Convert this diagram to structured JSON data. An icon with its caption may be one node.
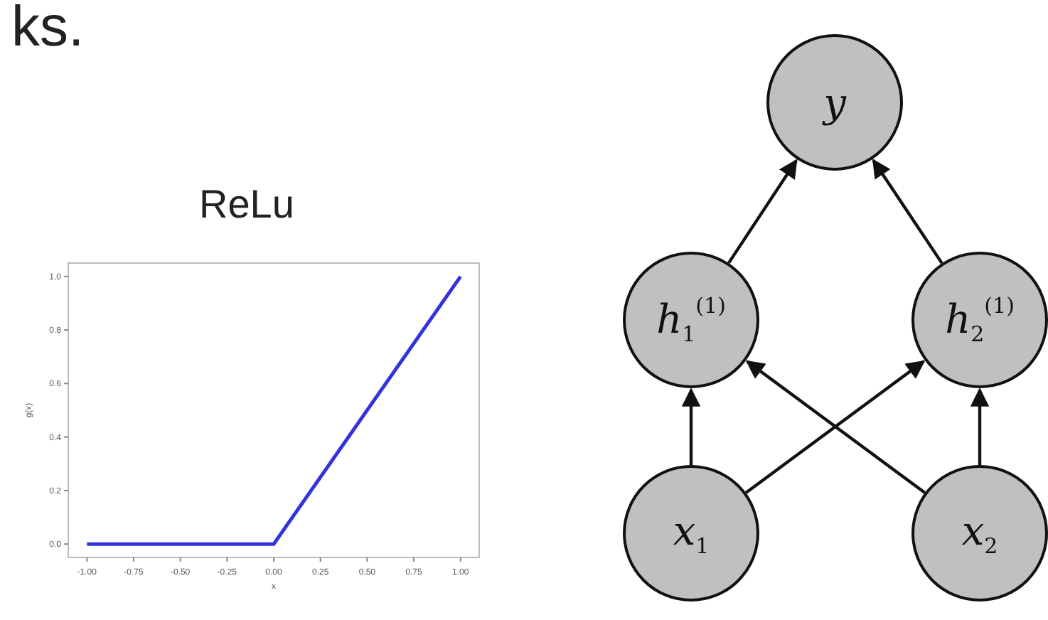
{
  "diagram": {
    "nodes": [
      {
        "text": [
          "y"
        ]
      },
      {
        "text": [
          "*h*$_{1}$$^{(1)}$"
        ]
      },
      {
        "text": [
          "*h*$_{2}$$^{(1)}$"
        ]
      },
      {
        "text": [
          "*x*$_{1}$"
        ]
      },
      {
        "text": [
          "*x*$_{2}$"
        ]
      }
    ],
    "edges": [
      {
        "from": 1,
        "to": 0,
        "arrow": "to"
      },
      {
        "from": 2,
        "to": 0,
        "arrow": "to"
      },
      {
        "from": 3,
        "to": 1,
        "arrow": "to"
      },
      {
        "from": 4,
        "to": 2,
        "arrow": "to"
      },
      {
        "from": 3,
        "to": 2,
        "arrow": "to"
      },
      {
        "from": 4,
        "to": 1,
        "arrow": "to"
      }
    ],
    "labels": [
      "ks."
    ],
    "chart_data": {
      "type": "line",
      "title": "ReLu",
      "xlabel": "x",
      "ylabel": "g(x)",
      "x": [
        -1,
        0,
        1
      ],
      "series": [
        {
          "color": "#3333dd",
          "values": [
            0,
            0,
            1
          ]
        }
      ],
      "xlim": [
        -1.1,
        1.1
      ],
      "ylim": [
        -0.05,
        1.05
      ],
      "xticks": [
        {
          "value": -1,
          "label": "-1.00"
        },
        {
          "value": -0.75,
          "label": "-0.75"
        },
        {
          "value": -0.5,
          "label": "-0.50"
        },
        {
          "value": -0.25,
          "label": "-0.25"
        },
        {
          "value": 0,
          "label": "0.00"
        },
        {
          "value": 0.25,
          "label": "0.25"
        },
        {
          "value": 0.5,
          "label": "0.50"
        },
        {
          "value": 0.75,
          "label": "0.75"
        },
        {
          "value": 1,
          "label": "1.00"
        }
      ],
      "yticks": [
        {
          "value": 0,
          "label": "0.0"
        },
        {
          "value": 0.2,
          "label": "0.2"
        },
        {
          "value": 0.4,
          "label": "0.4"
        },
        {
          "value": 0.6,
          "label": "0.6"
        },
        {
          "value": 0.8,
          "label": "0.8"
        },
        {
          "value": 1,
          "label": "1.0"
        }
      ]
    }
  }
}
